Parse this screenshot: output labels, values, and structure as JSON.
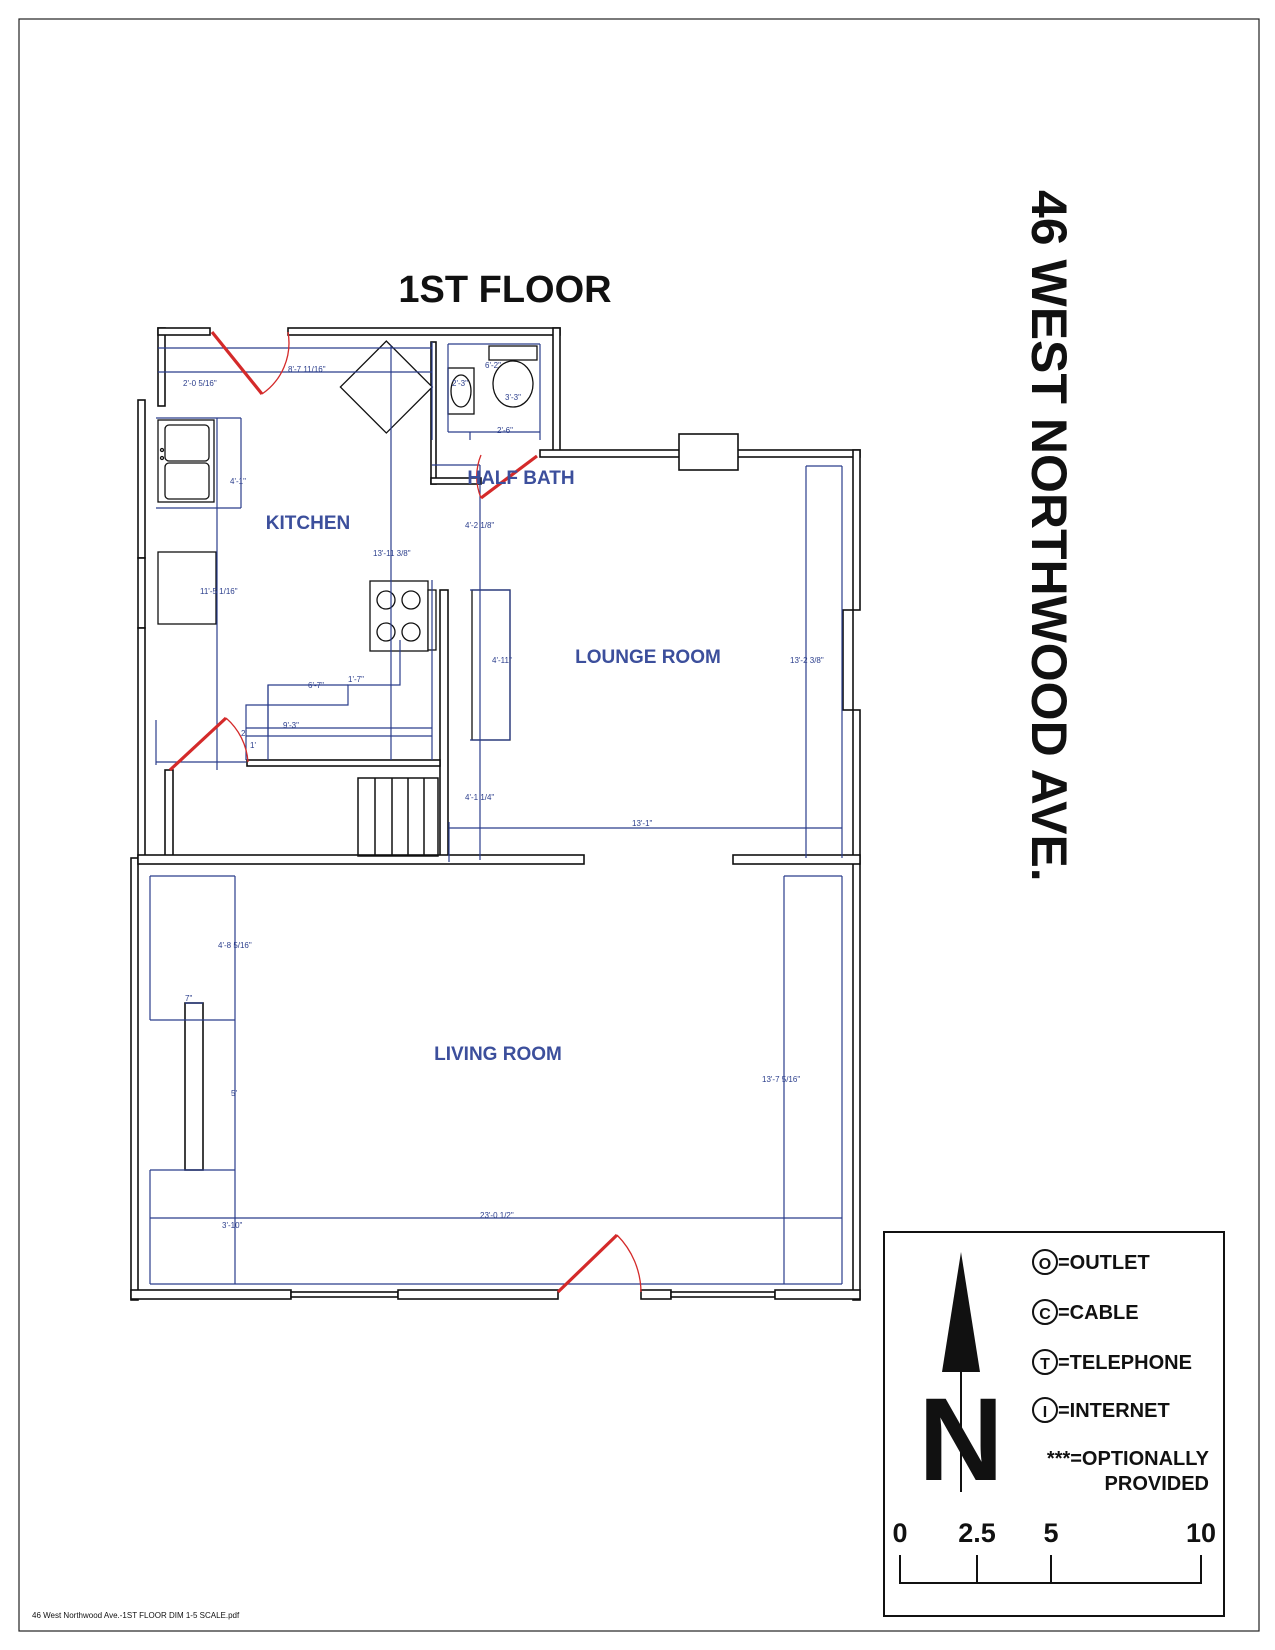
{
  "title": "1ST FLOOR",
  "address": "46 WEST NORTHWOOD AVE.",
  "rooms": {
    "kitchen": "KITCHEN",
    "half_bath": "HALF BATH",
    "lounge": "LOUNGE ROOM",
    "living": "LIVING ROOM"
  },
  "dimensions": {
    "d1": "2'-0 5/16\"",
    "d2": "8'-7 11/16\"",
    "d3": "4'-1\"",
    "d4": "13'-11 3/8\"",
    "d5": "11'-5 1/16\"",
    "d6": "6'-7\"",
    "d7": "1'-7\"",
    "d8": "9'-3\"",
    "d9": "2'",
    "d10": "1'",
    "d11": "6'-2\"",
    "d12": "2'-3\"",
    "d13": "3'-3\"",
    "d14": "2'-6\"",
    "d15": "4'-2 1/8\"",
    "d16": "4'-11\"",
    "d17": "13'-2 3/8\"",
    "d18": "4'-1 1/4\"",
    "d19": "13'-1\"",
    "d20": "4'-8 5/16\"",
    "d21": "7\"",
    "d22": "5'",
    "d23": "13'-7 5/16\"",
    "d24": "3'-10\"",
    "d25": "23'-0 1/2\""
  },
  "legend": {
    "items": [
      {
        "symbol": "O",
        "label": "=OUTLET"
      },
      {
        "symbol": "C",
        "label": "=CABLE"
      },
      {
        "symbol": "T",
        "label": "=TELEPHONE"
      },
      {
        "symbol": "I",
        "label": "=INTERNET"
      }
    ],
    "optional_line1": "***=OPTIONALLY",
    "optional_line2": "PROVIDED",
    "north_letter": "N",
    "scale_labels": [
      "0",
      "2.5",
      "5",
      "10"
    ]
  },
  "footer": "46 West Northwood Ave.-1ST FLOOR DIM 1-5 SCALE.pdf",
  "colors": {
    "wall": "#111111",
    "dimension": "#2b3e8c",
    "door": "#d42a2a"
  }
}
